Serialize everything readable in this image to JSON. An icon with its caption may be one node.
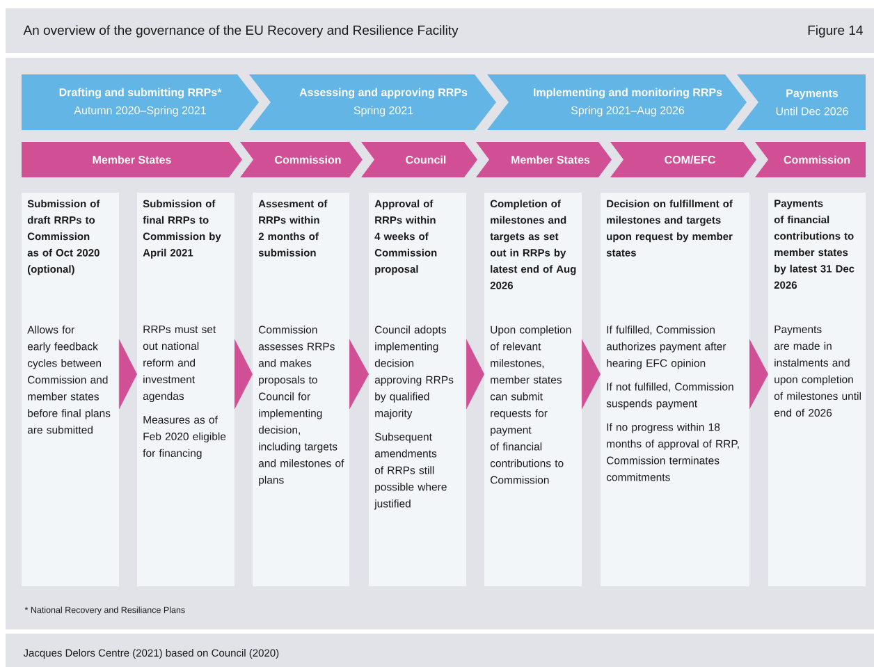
{
  "diagram": {
    "title": "An overview of the governance of the EU Recovery and Resilience Facility",
    "nodes": [
      {
        "text": [
          "Drafting and submitting RRPs*",
          "Autumn 2020–Spring 2021"
        ]
      },
      {
        "text": [
          "Assessing and approving RRPs",
          "Spring 2021"
        ]
      },
      {
        "text": [
          "Implementing and monitoring RRPs",
          "Spring 2021–Aug 2026"
        ]
      },
      {
        "text": [
          "Payments",
          "Until Dec 2026"
        ]
      },
      {
        "text": [
          "Member States"
        ]
      },
      {
        "text": [
          "Commission"
        ]
      },
      {
        "text": [
          "Council"
        ]
      },
      {
        "text": [
          "Member States"
        ]
      },
      {
        "text": [
          "COM/EFC"
        ]
      },
      {
        "text": [
          "Commission"
        ]
      },
      {
        "text": [
          "Submission of draft RRPs to Commission as of Oct 2020 (optional)",
          "Allows for early feedback cycles between Commission and member states before final plans are submitted"
        ]
      },
      {
        "text": [
          "Submission of final RRPs to Commission by April 2021",
          "RRPs must set out national reform and investment agendas",
          "Measures as of Feb 2020 eligible for financing"
        ]
      },
      {
        "text": [
          "Assesment of RRPs within 2 months of submission",
          "Commission assesses RRPs and makes proposals to Council for implementing decision, including targets and milestones of plans"
        ]
      },
      {
        "text": [
          "Approval of RRPs within 4 weeks of Commission proposal",
          "Council adopts implementing decision approving RRPs by qualified majority",
          "Subsequent amendments of RRPs still possible where justified"
        ]
      },
      {
        "text": [
          "Completion of milestones and targets as set out in RRPs by latest end of Aug 2026",
          "Upon completion of relevant milestones, member states can submit requests for payment of financial contributions to Commission"
        ]
      },
      {
        "text": [
          "Decision on fulfillment of milestones and targets upon request by member states",
          "If fulfilled, Commission authorizes payment after hearing EFC opinion",
          "If not fulfilled, Commission suspends payment",
          "If no progress within 18 months of approval of RRP, Commission terminates commitments"
        ]
      },
      {
        "text": [
          "Payments of financial contributions to member states by latest 31 Dec 2026",
          "Payments are made in instalments and upon completion of milestones until end of 2026"
        ]
      }
    ],
    "edges": [
      {
        "from": 10,
        "to": 11,
        "arrow": "to"
      },
      {
        "from": 11,
        "to": 12,
        "arrow": "to"
      },
      {
        "from": 12,
        "to": 13,
        "arrow": "to"
      },
      {
        "from": 13,
        "to": 14,
        "arrow": "to"
      },
      {
        "from": 14,
        "to": 15,
        "arrow": "to"
      },
      {
        "from": 15,
        "to": 16,
        "arrow": "to"
      }
    ],
    "labels": [
      "Figure 14",
      "* National Recovery and Resiliance Plans",
      "Jacques Delors Centre (2021) based on Council (2020)"
    ]
  }
}
